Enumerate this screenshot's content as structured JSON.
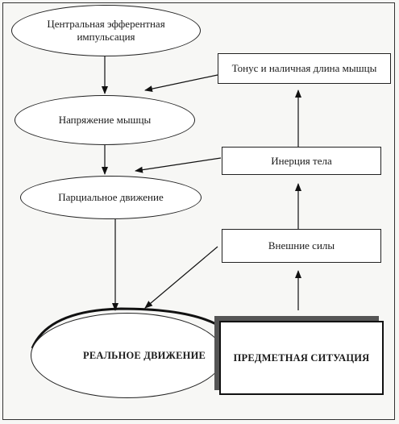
{
  "nodes": {
    "central_impulse": "Центральная эфферентная импульсация",
    "muscle_tension": "Напряжение мышцы",
    "partial_movement": "Парциальное движение",
    "real_movement": "РЕАЛЬНОЕ ДВИЖЕНИЕ",
    "tone_length": "Тонус и наличная длина мышцы",
    "body_inertia": "Инерция тела",
    "external_forces": "Внешние силы",
    "object_situation": "ПРЕДМЕТНАЯ СИТУАЦИЯ"
  }
}
